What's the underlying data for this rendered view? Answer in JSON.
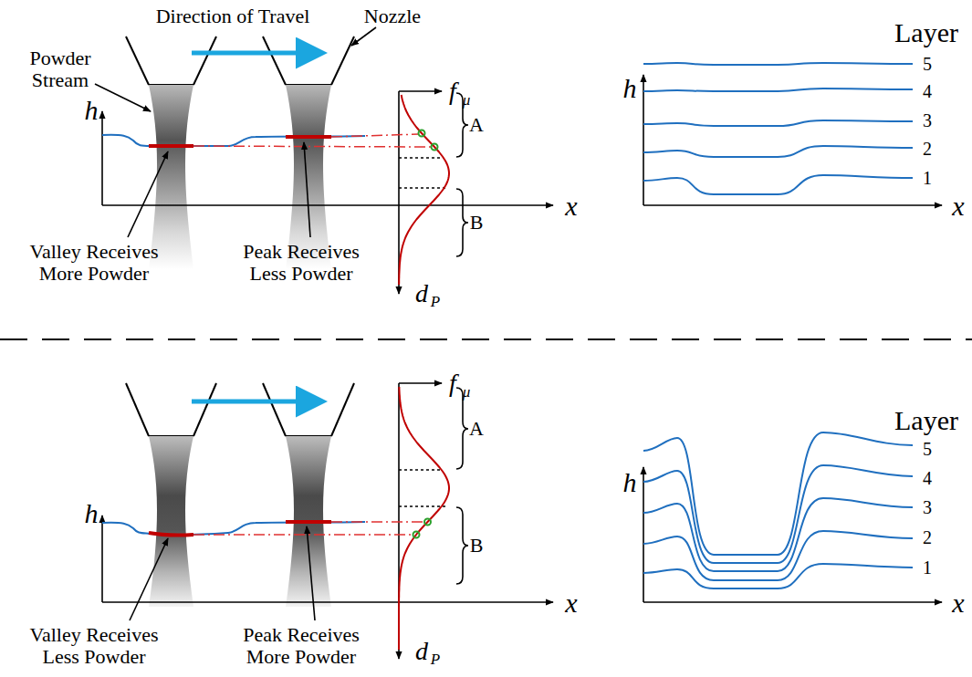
{
  "diagram": {
    "labels": [
      "Direction of Travel",
      "Nozzle",
      "Powder Stream",
      "h",
      "f",
      "μ",
      "A",
      "x",
      "B",
      "d",
      "P",
      "Valley Receives More Powder",
      "Peak Receives Less Powder",
      "Layer",
      "h",
      "5",
      "4",
      "3",
      "2",
      "1",
      "x",
      "h",
      "f",
      "μ",
      "A",
      "x",
      "B",
      "d",
      "P",
      "Valley Receives Less Powder",
      "Peak Receives More Powder",
      "Layer",
      "h",
      "5",
      "4",
      "3",
      "2",
      "1",
      "x"
    ]
  }
}
